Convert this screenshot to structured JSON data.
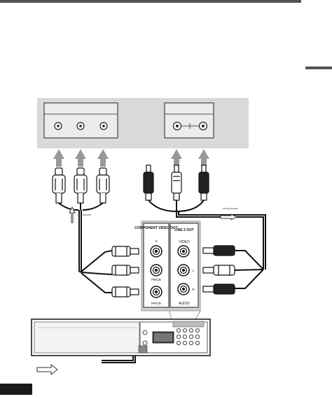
{
  "diagram": {
    "panel_labels": {
      "component_video_out": "COMPONENT VIDEO OUT",
      "line2_out": "LINE 2 OUT",
      "y": "Y",
      "pb_cb": "PB/CB",
      "pr_cr": "PR/CR",
      "video": "VIDEO",
      "audio": "AUDIO",
      "l": "L",
      "r": "R"
    }
  },
  "colors": {
    "line": "#1a1a1a",
    "gray_panel": "#d7d7d7",
    "tv_box": "#e8e8e8",
    "dark_bar": "#1a1a1a",
    "header_rule": "#555555"
  }
}
